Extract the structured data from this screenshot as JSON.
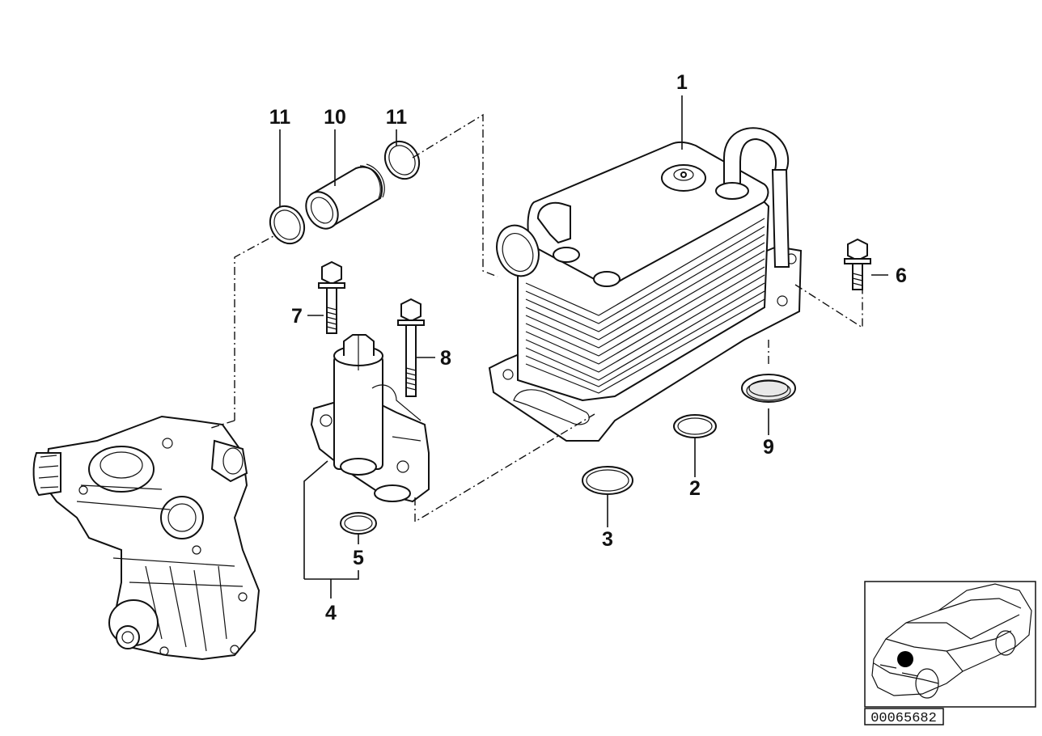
{
  "diagram": {
    "callouts": {
      "c1": "1",
      "c2": "2",
      "c3": "3",
      "c4": "4",
      "c5": "5",
      "c6": "6",
      "c7": "7",
      "c8": "8",
      "c9": "9",
      "c10": "10",
      "c11a": "11",
      "c11b": "11"
    },
    "reference_number": "00065682"
  }
}
